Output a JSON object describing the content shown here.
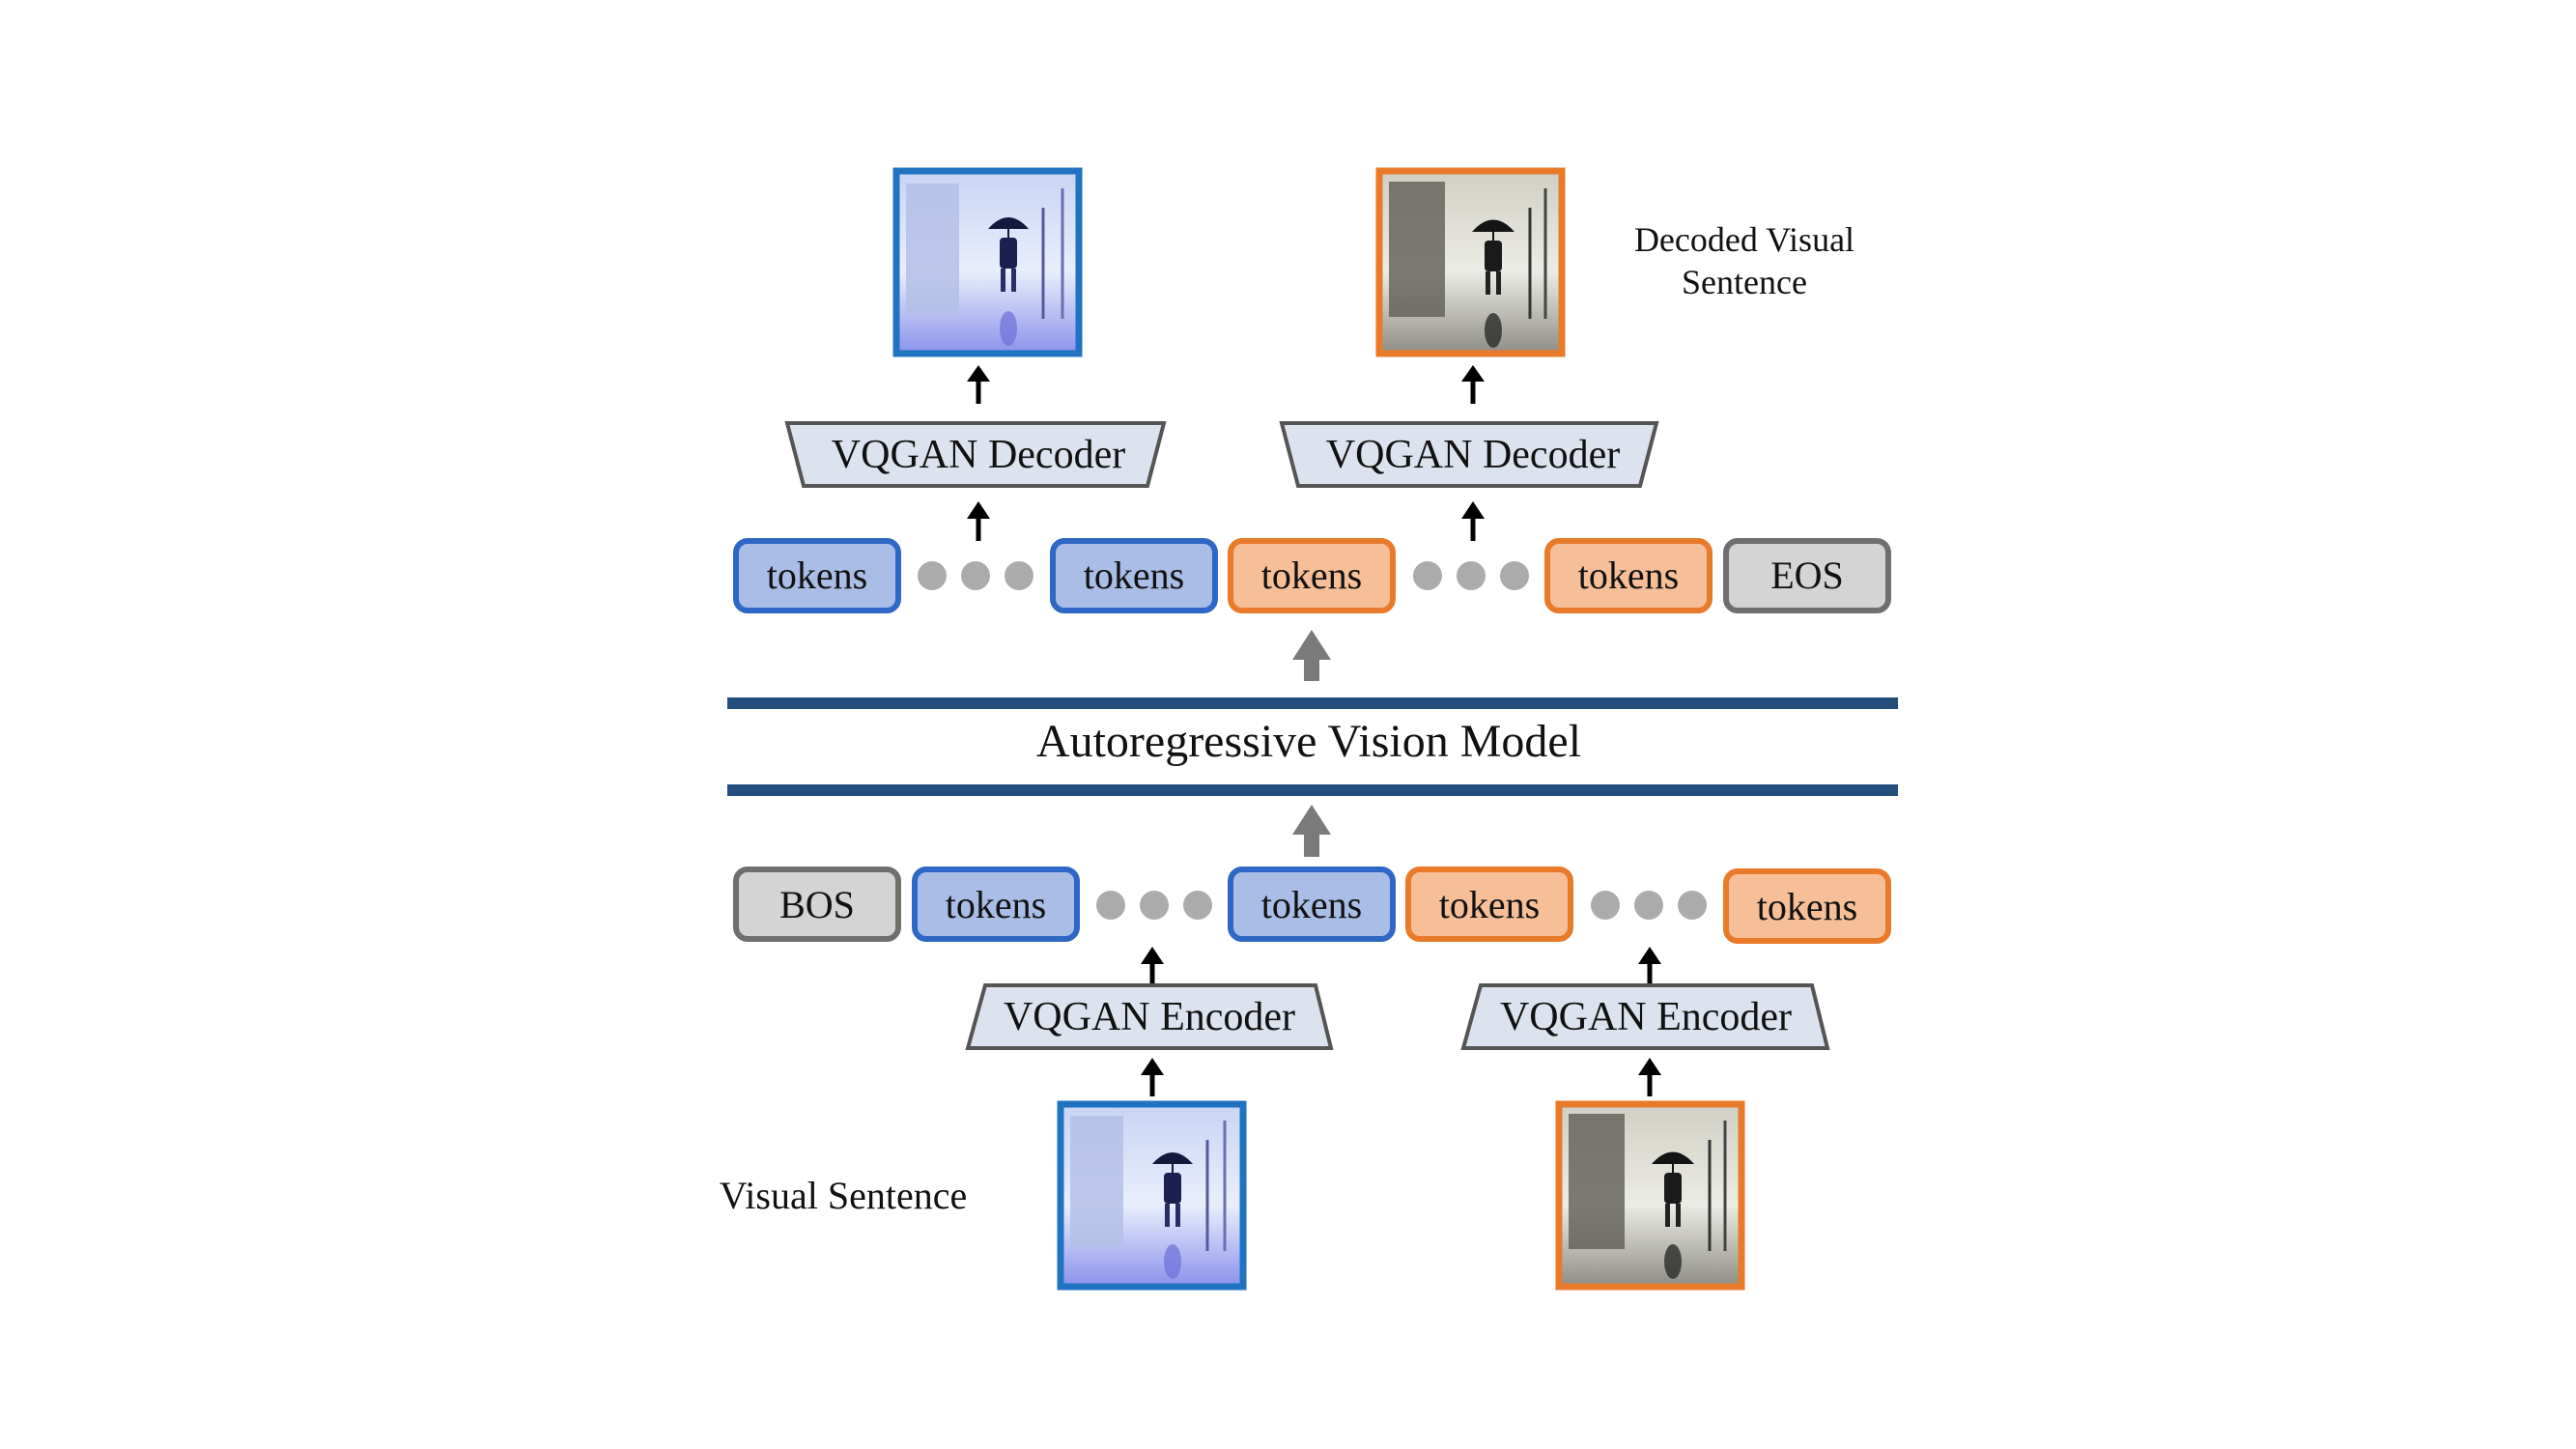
{
  "top_caption_line1": "Decoded Visual",
  "top_caption_line2": "Sentence",
  "bottom_caption": "Visual Sentence",
  "model_label": "Autoregressive Vision Model",
  "decoder_label": "VQGAN Decoder",
  "encoder_label": "VQGAN Encoder",
  "token_label": "tokens",
  "bos_label": "BOS",
  "eos_label": "EOS",
  "colors": {
    "blue_border": "#2f67c6",
    "blue_fill": "#a9bde6",
    "orange_border": "#e87a2a",
    "orange_fill": "#f6bf98",
    "gray_border": "#6f6f6f",
    "gray_fill": "#d4d4d4",
    "trapezoid_fill": "#dde3ee",
    "model_bar": "#244e7e",
    "dots": "#ababab"
  }
}
